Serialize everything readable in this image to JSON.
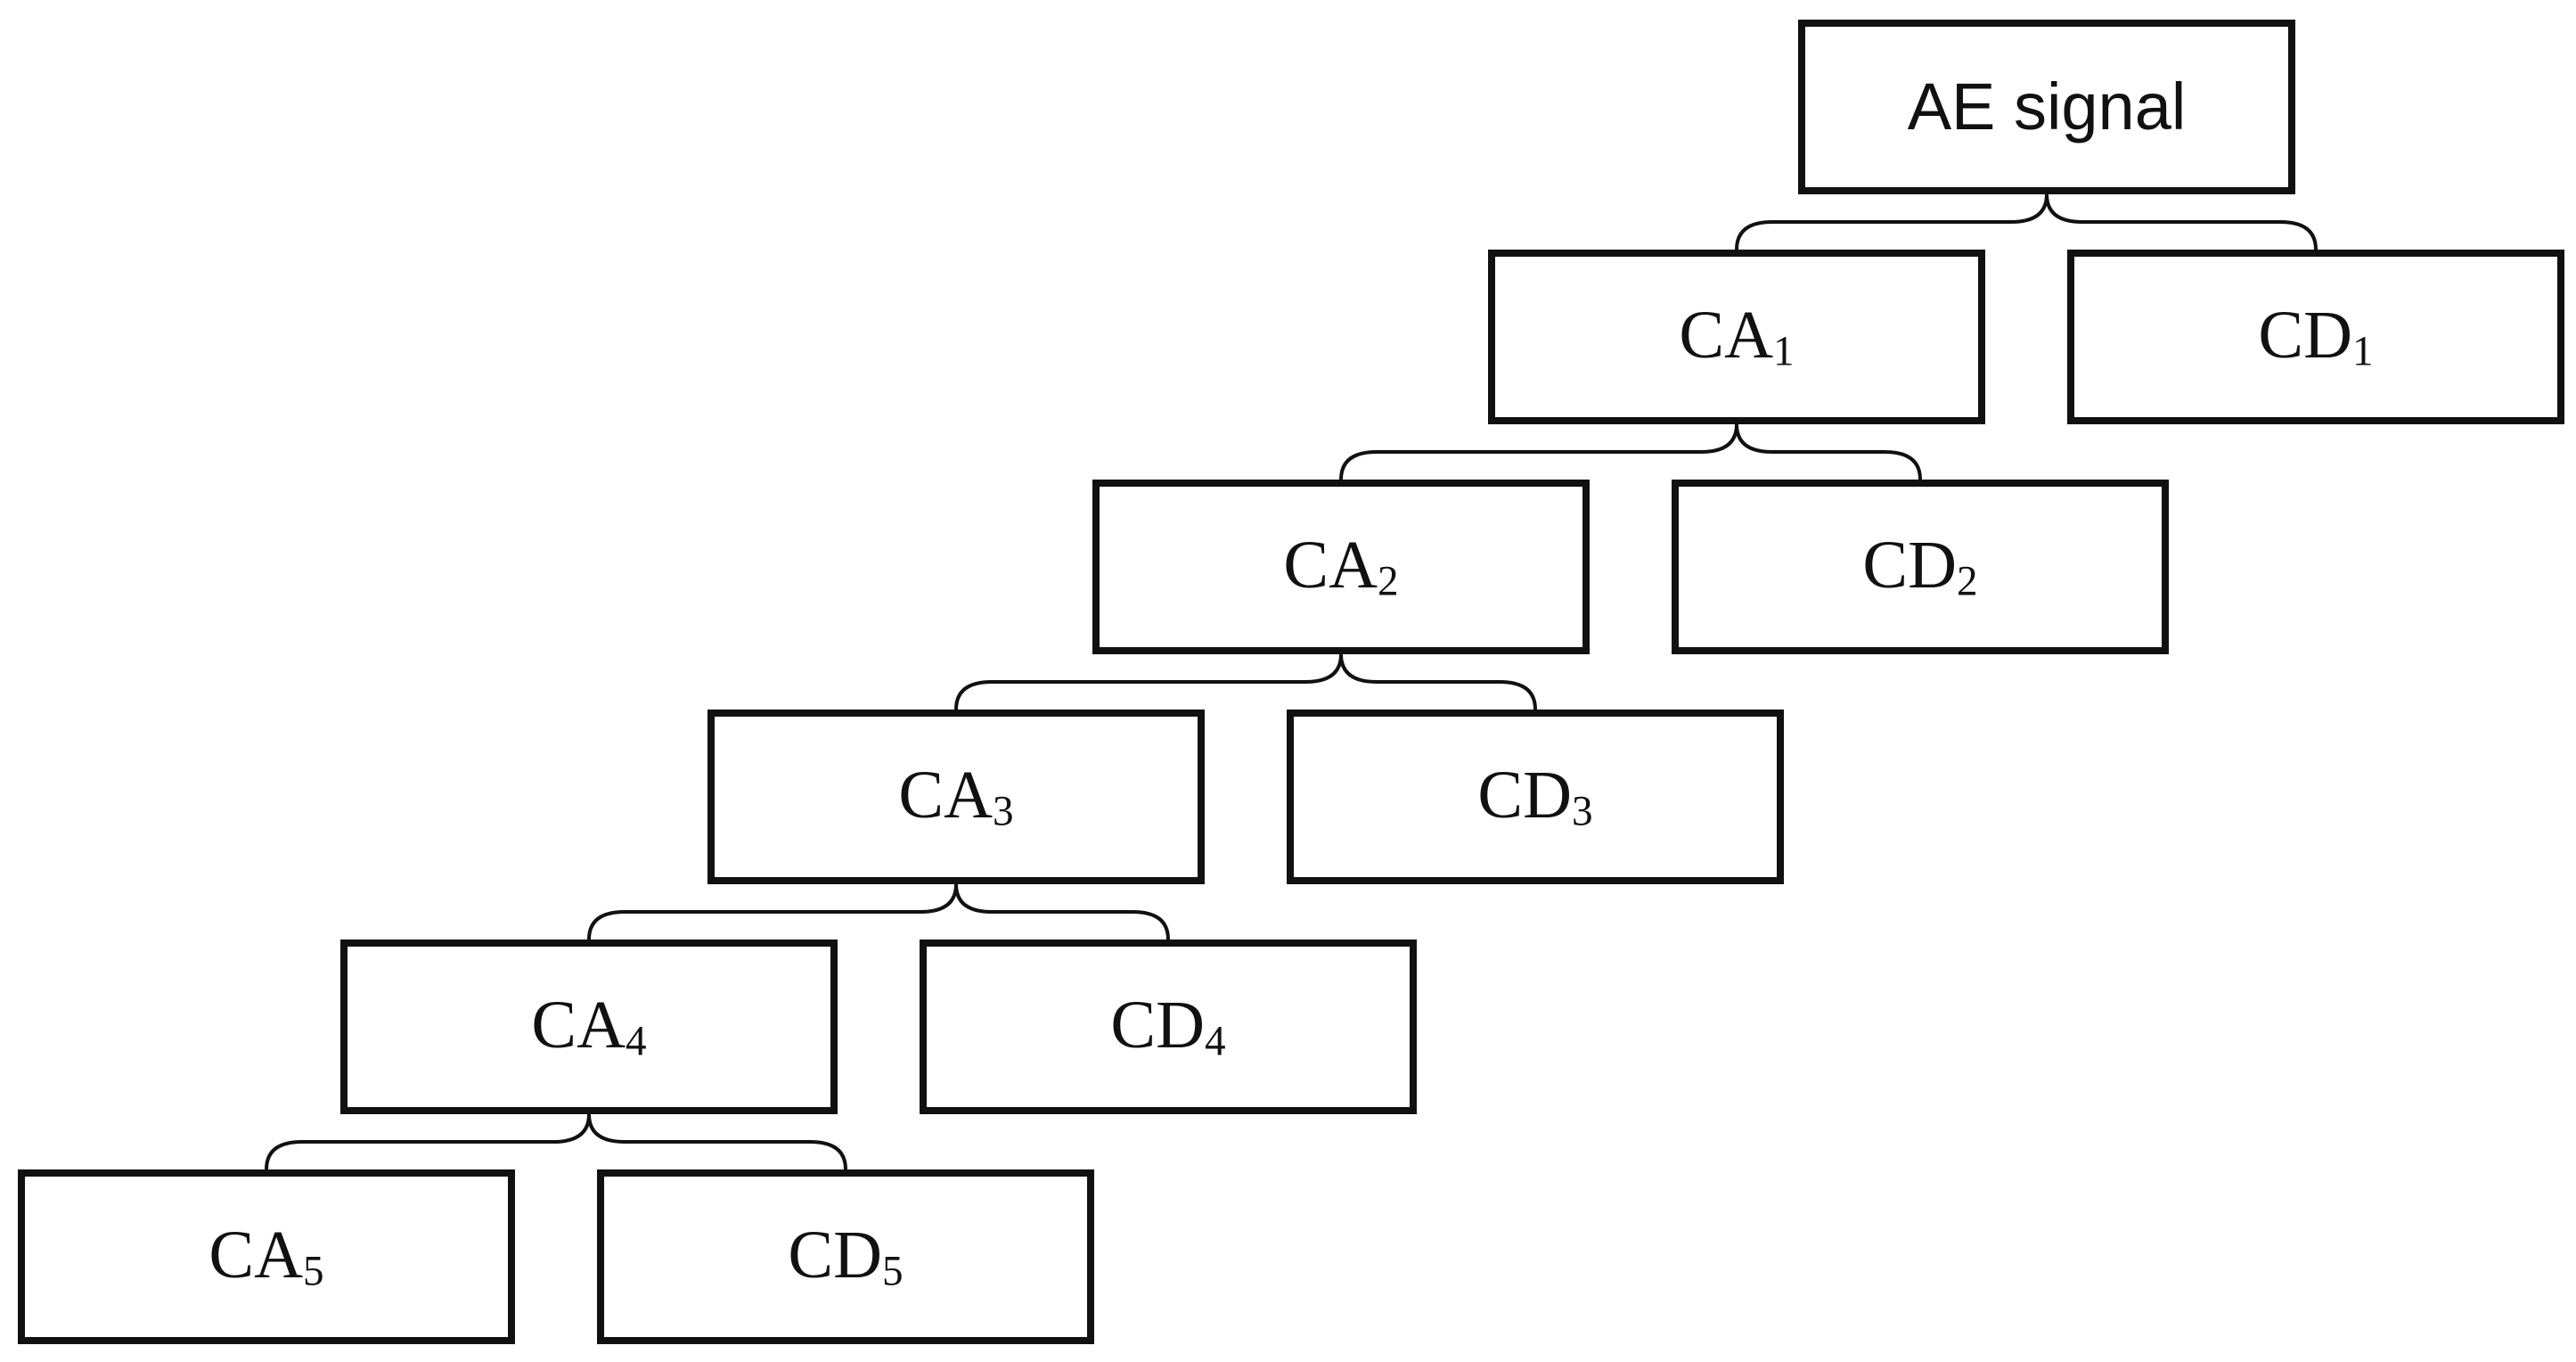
{
  "nodes": {
    "root": {
      "text": "AE signal"
    },
    "ca1": {
      "base": "CA",
      "sub": "1"
    },
    "cd1": {
      "base": "CD",
      "sub": "1"
    },
    "ca2": {
      "base": "CA",
      "sub": "2"
    },
    "cd2": {
      "base": "CD",
      "sub": "2"
    },
    "ca3": {
      "base": "CA",
      "sub": "3"
    },
    "cd3": {
      "base": "CD",
      "sub": "3"
    },
    "ca4": {
      "base": "CA",
      "sub": "4"
    },
    "cd4": {
      "base": "CD",
      "sub": "4"
    },
    "ca5": {
      "base": "CA",
      "sub": "5"
    },
    "cd5": {
      "base": "CD",
      "sub": "5"
    }
  },
  "edges": [
    [
      "root",
      "ca1"
    ],
    [
      "root",
      "cd1"
    ],
    [
      "ca1",
      "ca2"
    ],
    [
      "ca1",
      "cd2"
    ],
    [
      "ca2",
      "ca3"
    ],
    [
      "ca2",
      "cd3"
    ],
    [
      "ca3",
      "ca4"
    ],
    [
      "ca3",
      "cd4"
    ],
    [
      "ca4",
      "ca5"
    ],
    [
      "ca4",
      "cd5"
    ]
  ],
  "colors": {
    "line": "#111111",
    "background": "#ffffff"
  }
}
